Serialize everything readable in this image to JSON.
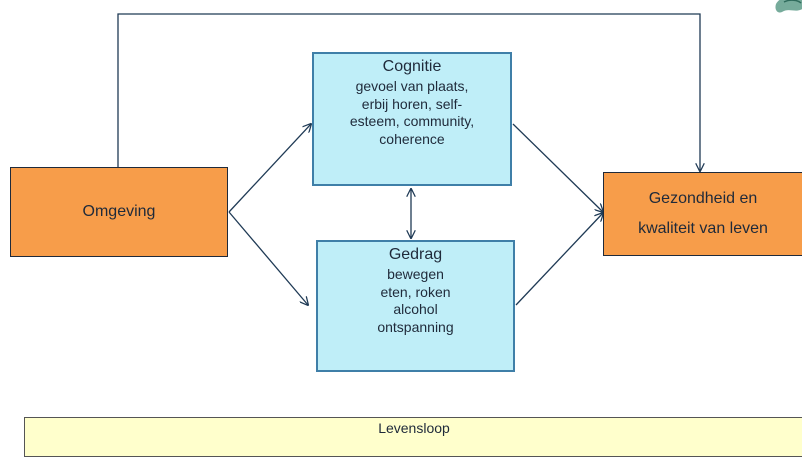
{
  "diagram": {
    "omgeving": {
      "label": "Omgeving"
    },
    "cognitie": {
      "title": "Cognitie",
      "lines": [
        "gevoel van plaats,",
        "erbij horen, self-",
        "esteem, community,",
        "coherence"
      ]
    },
    "gedrag": {
      "title": "Gedrag",
      "lines": [
        "bewegen",
        "eten, roken",
        "alcohol",
        "ontspanning"
      ]
    },
    "gezondheid": {
      "lines": [
        "Gezondheid en",
        "kwaliteit van leven"
      ]
    },
    "levensloop": {
      "label": "Levensloop"
    }
  },
  "colors": {
    "orange_box": "#f79d4a",
    "blue_box": "#bfeef8",
    "blue_border": "#3f7fa8",
    "levensloop_fill": "#ffffcc",
    "arrow": "#1f3a55"
  },
  "icons": [
    "corner-logo-icon"
  ]
}
